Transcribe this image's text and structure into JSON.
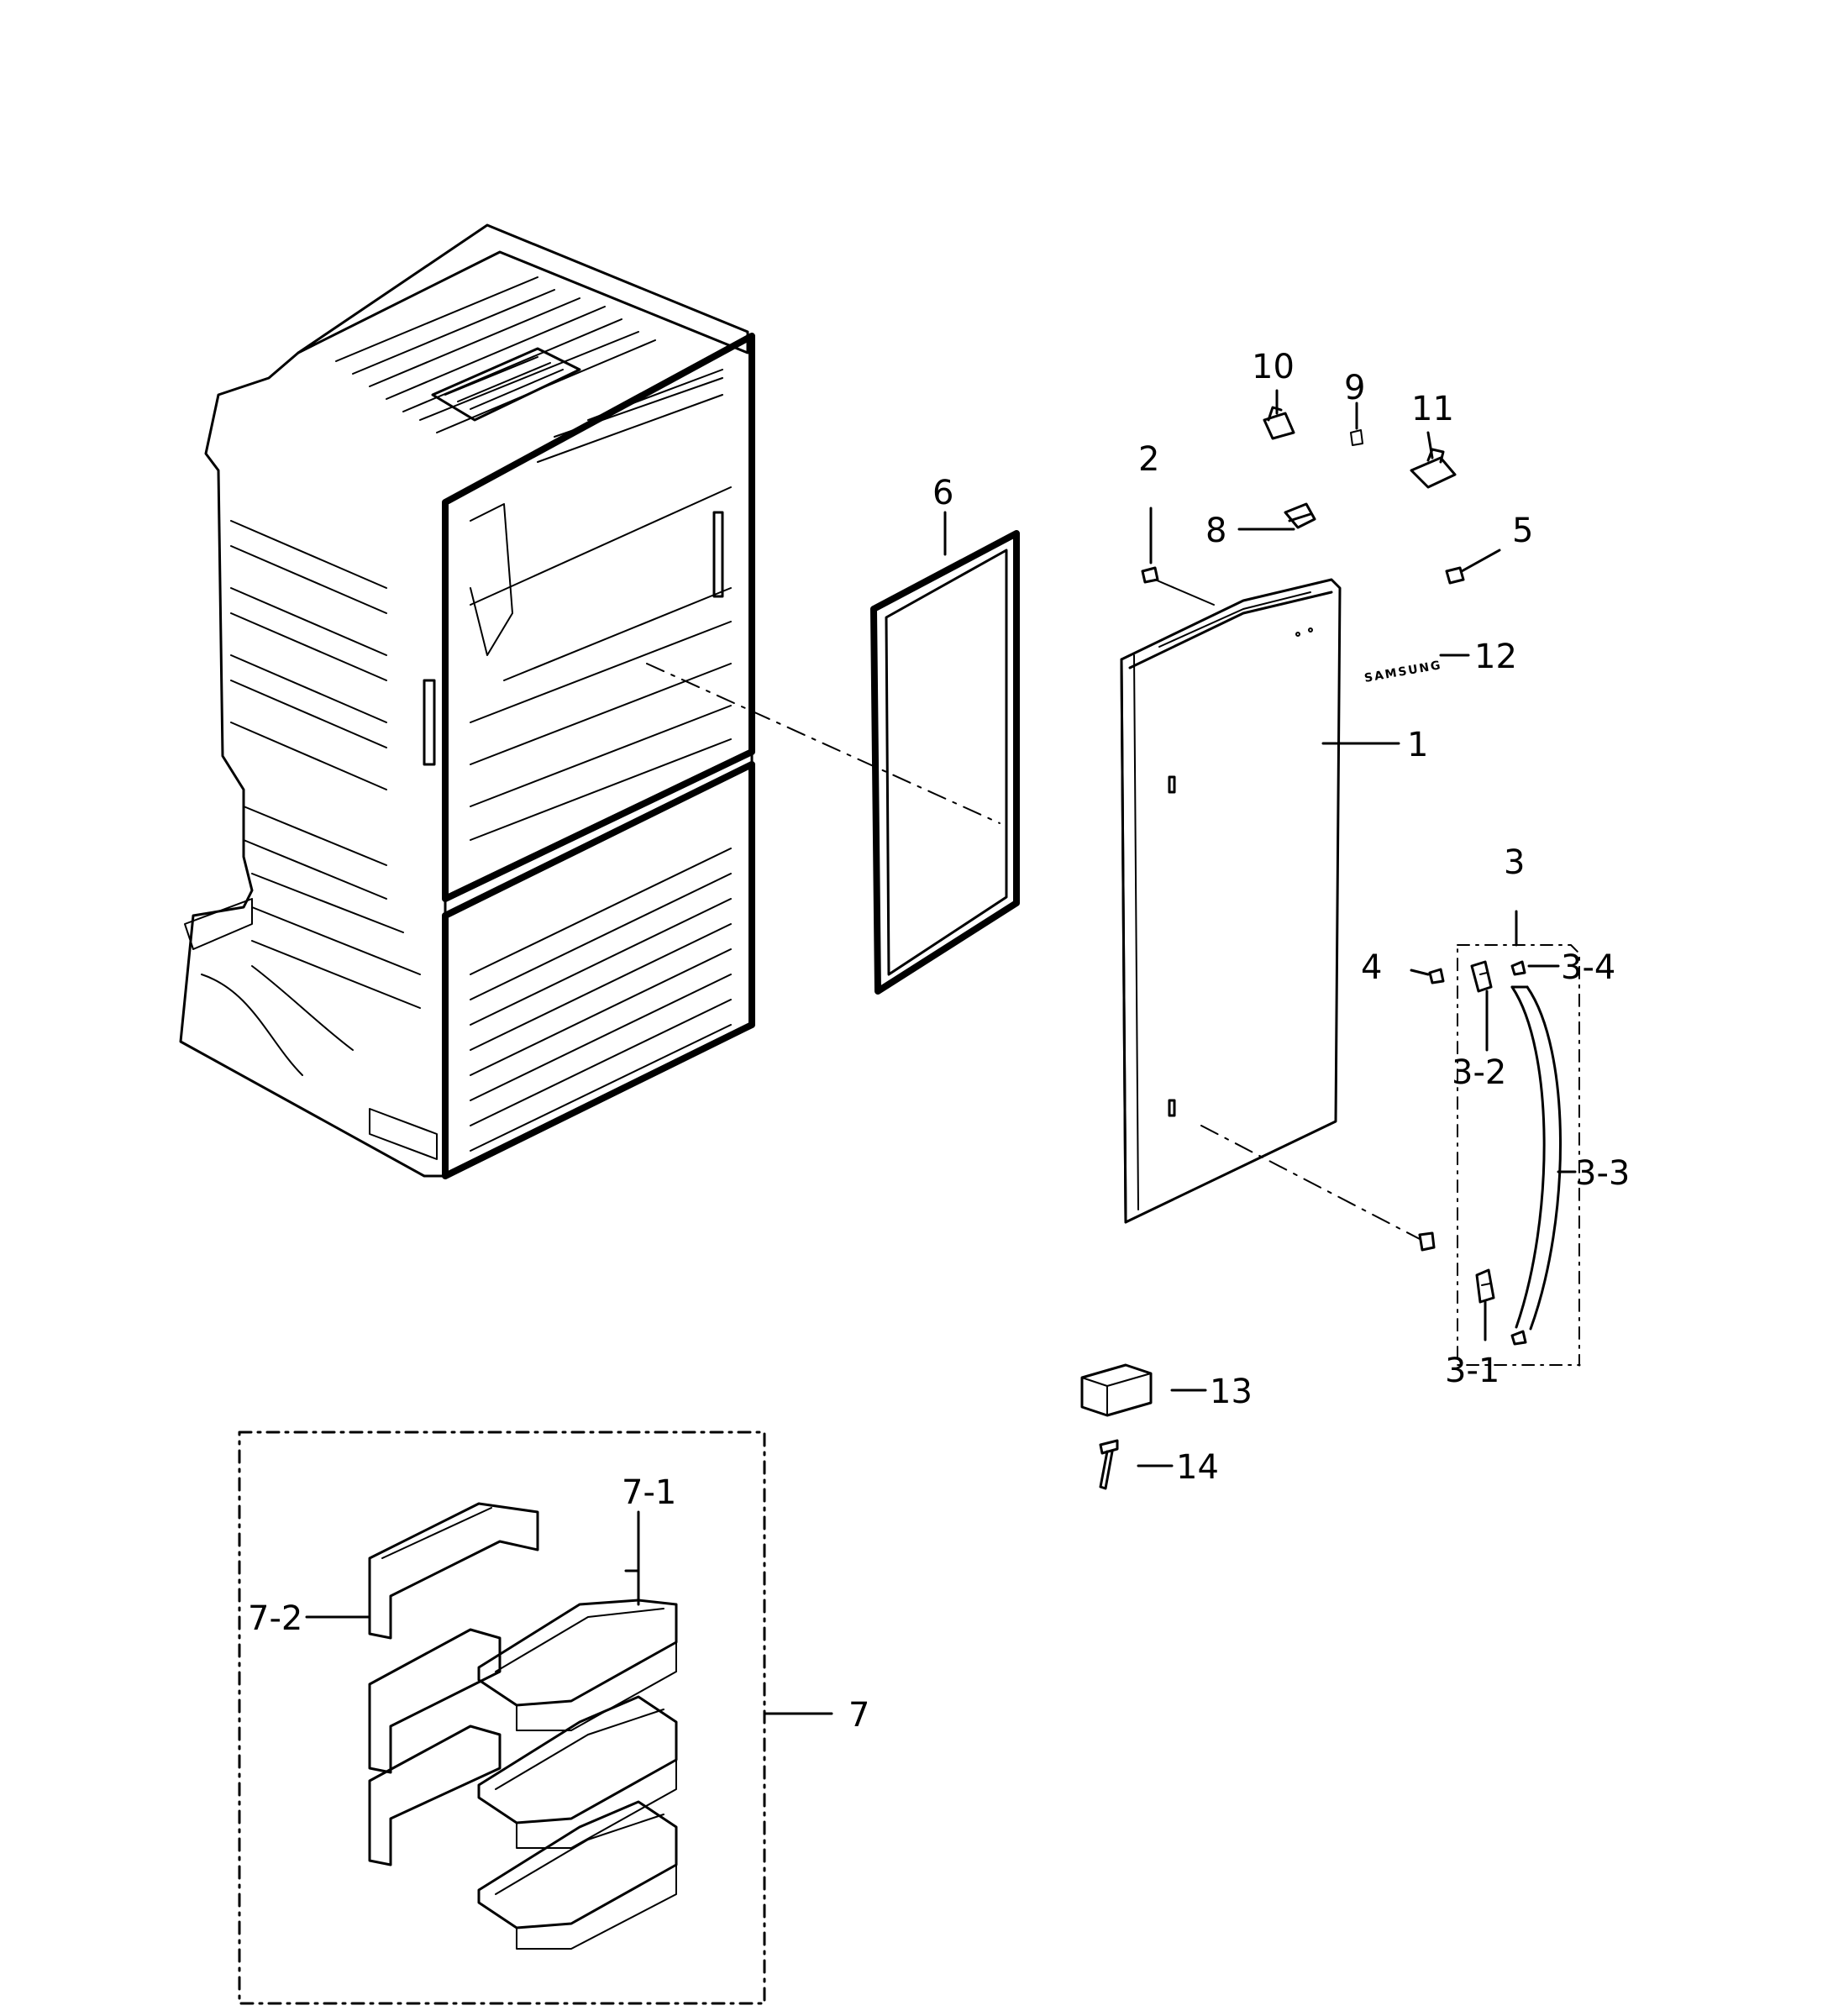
{
  "diagram": {
    "callouts": {
      "part_1": "1",
      "part_2": "2",
      "part_3": "3",
      "part_3_1": "3-1",
      "part_3_2": "3-2",
      "part_3_3": "3-3",
      "part_3_4": "3-4",
      "part_4": "4",
      "part_5": "5",
      "part_6": "6",
      "part_7": "7",
      "part_7_1": "7-1",
      "part_7_2": "7-2",
      "part_8": "8",
      "part_9": "9",
      "part_10": "10",
      "part_11": "11",
      "part_12": "12",
      "part_13": "13",
      "part_14": "14"
    },
    "logo_text": "SAMSUNG"
  }
}
